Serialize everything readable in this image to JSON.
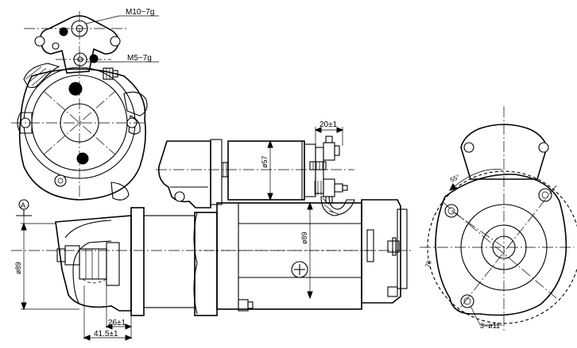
{
  "labels": {
    "thread_large": "M10−7g",
    "thread_small": "M5−7g",
    "datum": "A",
    "dim_top_width": "20±1",
    "dim_dia_57": "ø57",
    "dim_dia_89_left": "ø89",
    "dim_dia_89_mid": "ø89",
    "dim_26": "26±1",
    "dim_41_5": "41.5±1",
    "angle_55": "55°",
    "dim_r_pcd": "76",
    "holes_note": "3−ø11"
  }
}
